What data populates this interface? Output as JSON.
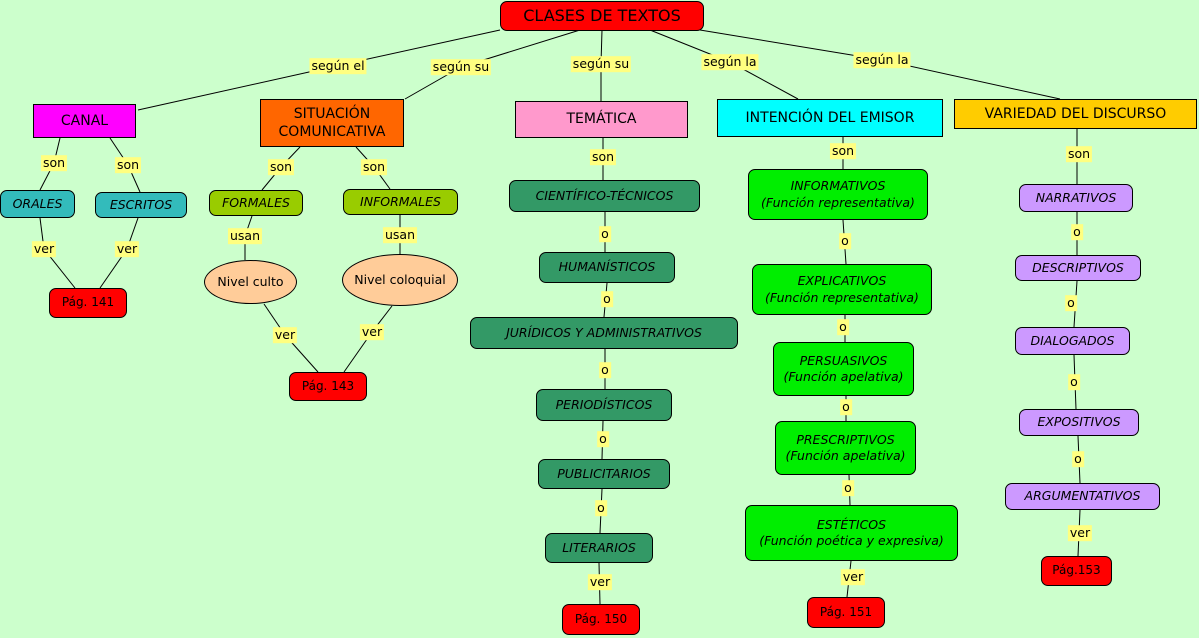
{
  "colors": {
    "background": "#ccffcc",
    "label_bg": "#ffff80",
    "red": "#ff0000",
    "magenta": "#ff00ff",
    "orange": "#ff6600",
    "pink": "#ff99cc",
    "cyan": "#00ffff",
    "yellow": "#ffcc00",
    "teal": "#33bbbb",
    "olive": "#99cc00",
    "peach": "#ffcc99",
    "sea_green": "#339966",
    "green": "#00ee00",
    "lavender": "#cc99ff"
  },
  "root": {
    "label": "CLASES DE TEXTOS"
  },
  "categories": {
    "canal": "CANAL",
    "situacion": "SITUACIÓN\nCOMUNICATIVA",
    "tematica": "TEMÁTICA",
    "intencion": "INTENCIÓN DEL EMISOR",
    "variedad": "VARIEDAD DEL DISCURSO"
  },
  "canal": {
    "orales": "ORALES",
    "escritos": "ESCRITOS",
    "pag": "Pág. 141"
  },
  "situacion": {
    "formales": "FORMALES",
    "informales": "INFORMALES",
    "culto": "Nivel culto",
    "coloquial": "Nivel coloquial",
    "pag": "Pág. 143"
  },
  "tematica": {
    "items": [
      "CIENTÍFICO-TÉCNICOS",
      "HUMANÍSTICOS",
      "JURÍDICOS Y ADMINISTRATIVOS",
      "PERIODÍSTICOS",
      "PUBLICITARIOS",
      "LITERARIOS"
    ],
    "pag": "Pág. 150"
  },
  "intencion": {
    "items": [
      "INFORMATIVOS\n(Función representativa)",
      "EXPLICATIVOS\n(Función representativa)",
      "PERSUASIVOS\n(Función apelativa)",
      "PRESCRIPTIVOS\n(Función apelativa)",
      "ESTÉTICOS\n(Función poética y expresiva)"
    ],
    "pag": "Pág. 151"
  },
  "variedad": {
    "items": [
      "NARRATIVOS",
      "DESCRIPTIVOS",
      "DIALOGADOS",
      "EXPOSITIVOS",
      "ARGUMENTATIVOS"
    ],
    "pag": "Pág.153"
  },
  "link_labels": {
    "segun_el": "según el",
    "segun_su_1": "según su",
    "segun_su_2": "según su",
    "segun_la_1": "según la",
    "segun_la_2": "según la",
    "son": "son",
    "ver": "ver",
    "usan": "usan",
    "o": "o"
  }
}
